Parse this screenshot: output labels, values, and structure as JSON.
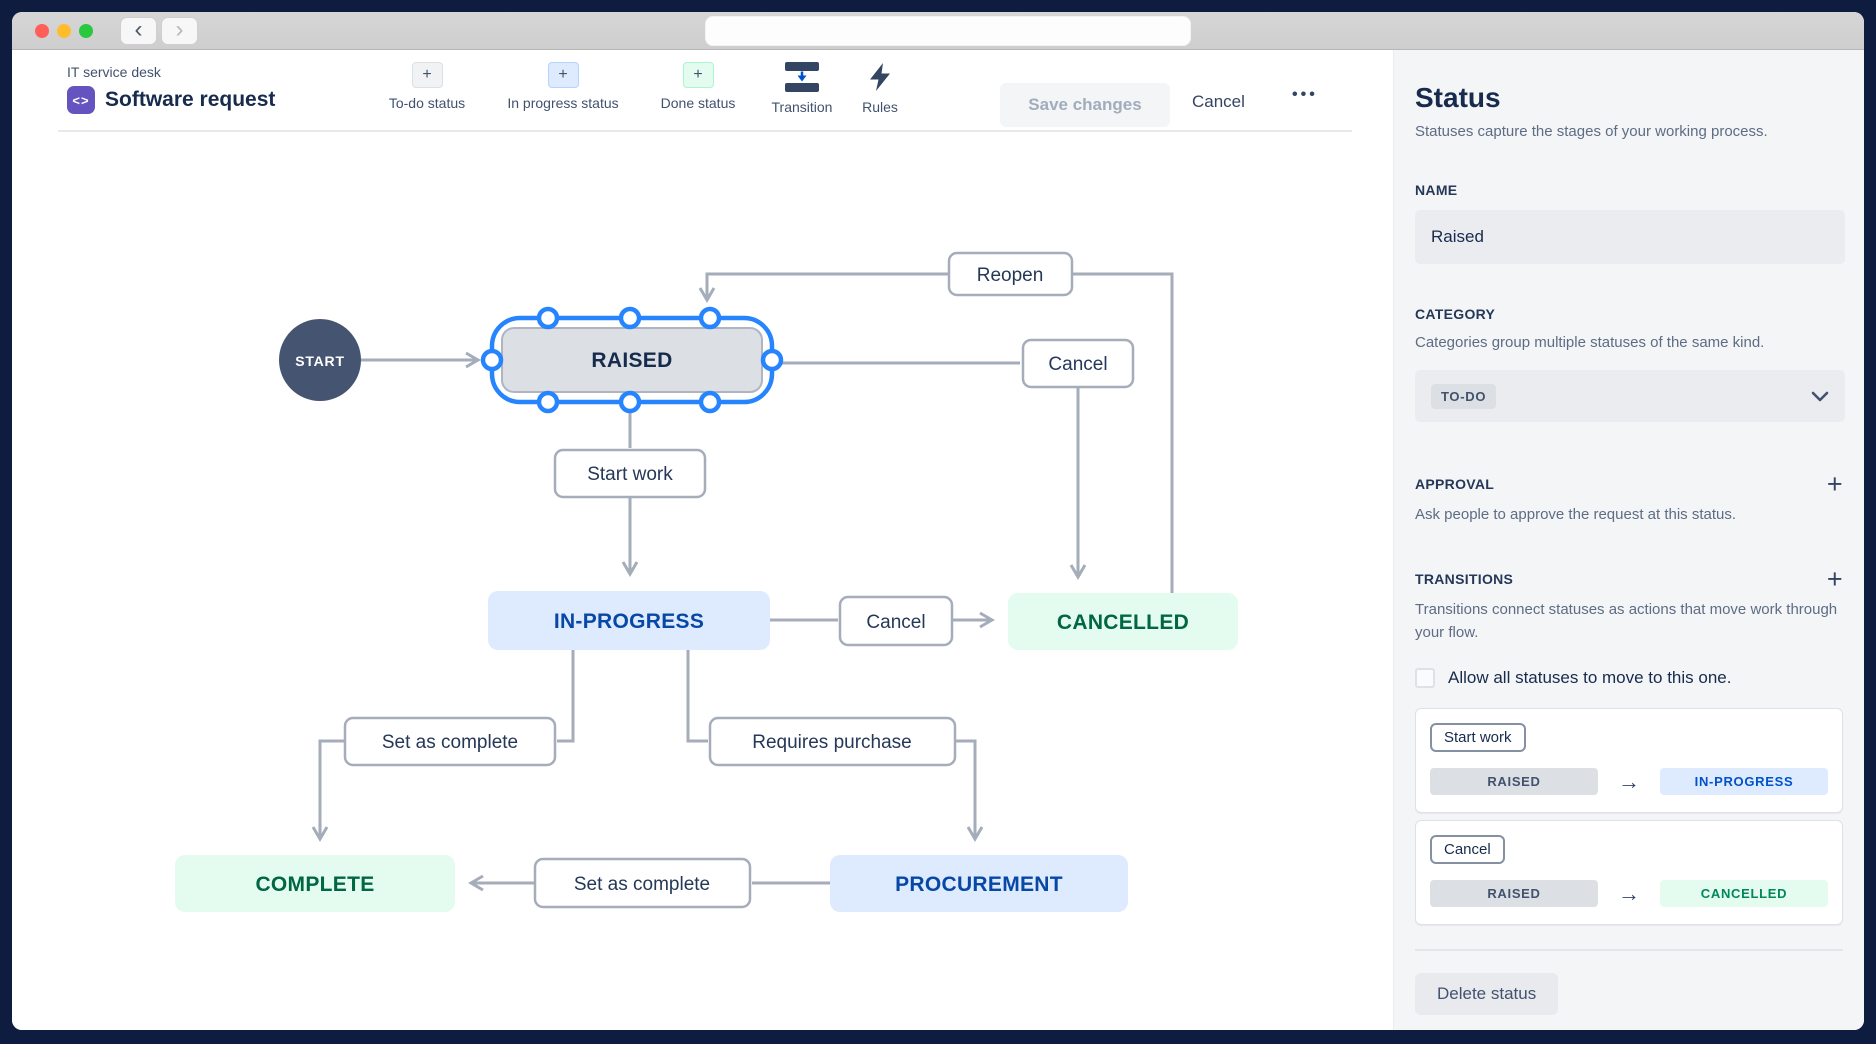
{
  "toolbar": {
    "breadcrumb": "IT service desk",
    "title": "Software request",
    "items": [
      {
        "label": "To-do status"
      },
      {
        "label": "In progress status"
      },
      {
        "label": "Done status"
      },
      {
        "label": "Transition"
      },
      {
        "label": "Rules"
      }
    ],
    "save_label": "Save changes",
    "cancel_label": "Cancel",
    "more_label": "•••"
  },
  "icons": {
    "plus": "+",
    "back": "‹",
    "forward": "›",
    "workflow_glyph": "<>",
    "arrow_right": "→"
  },
  "diagram": {
    "nodes": {
      "start": "START",
      "raised": "RAISED",
      "in_progress": "IN-PROGRESS",
      "cancelled": "CANCELLED",
      "complete": "COMPLETE",
      "procurement": "PROCUREMENT"
    },
    "transition_labels": {
      "reopen": "Reopen",
      "cancel_from_raised": "Cancel",
      "start_work": "Start work",
      "cancel_from_in_progress": "Cancel",
      "set_as_complete_left": "Set as complete",
      "requires_purchase": "Requires purchase",
      "set_as_complete_bottom": "Set as complete"
    }
  },
  "sidebar": {
    "title": "Status",
    "subtitle": "Statuses capture the stages of your working process.",
    "name_label": "NAME",
    "name_value": "Raised",
    "category_label": "CATEGORY",
    "category_desc": "Categories group multiple statuses of the same kind.",
    "category_value": "TO-DO",
    "approval_label": "APPROVAL",
    "approval_desc": "Ask people to approve the request at this status.",
    "transitions_label": "TRANSITIONS",
    "transitions_desc": "Transitions connect statuses as actions that move work through your flow.",
    "allow_all_label": "Allow all statuses to move to this one.",
    "transitions": [
      {
        "action": "Start work",
        "from": "RAISED",
        "to": "IN-PROGRESS"
      },
      {
        "action": "Cancel",
        "from": "RAISED",
        "to": "CANCELLED"
      }
    ],
    "delete_label": "Delete status"
  },
  "colors": {
    "selection_blue": "#2684FF",
    "status_blue_bg": "#DEEBFF",
    "status_blue_text": "#0747A6",
    "status_green_bg": "#E3FCEF",
    "status_green_text": "#006644",
    "status_gray_bg": "#DCDFE4",
    "connector_gray": "#A5ADBA"
  }
}
